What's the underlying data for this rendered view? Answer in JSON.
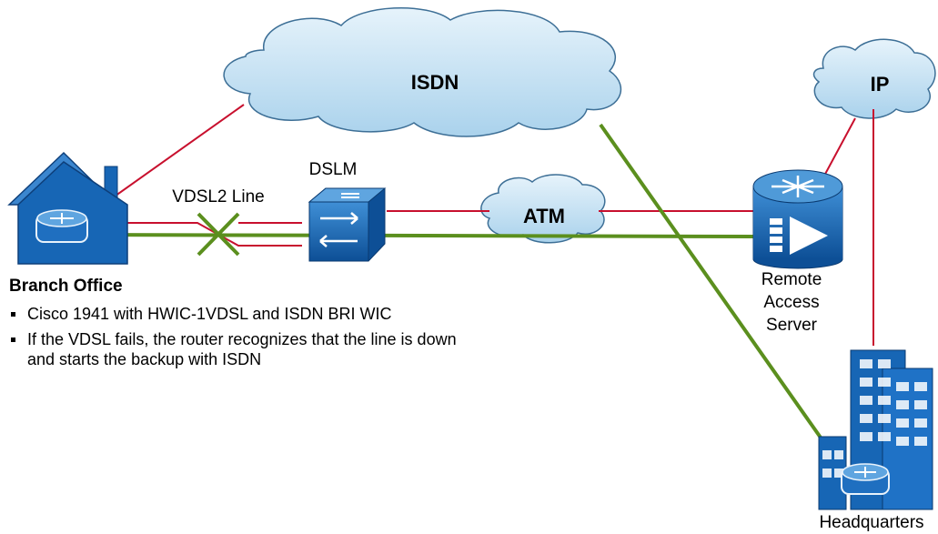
{
  "clouds": {
    "isdn": "ISDN",
    "ip": "IP",
    "atm": "ATM"
  },
  "labels": {
    "dslm": "DSLM",
    "vdsl_line": "VDSL2 Line",
    "remote_access": [
      "Remote",
      "Access",
      "Server"
    ],
    "headquarters": "Headquarters"
  },
  "branch": {
    "title": "Branch Office",
    "bullets": [
      "Cisco 1941 with HWIC-1VDSL and ISDN BRI WIC",
      "If the VDSL fails, the router recognizes that the line is down and starts the backup with ISDN"
    ]
  },
  "colors": {
    "link_red": "#c8102e",
    "backup_green": "#5b8f1e",
    "device_blue": "#1766b5",
    "cloud_fill": "#c9e3f3",
    "cloud_stroke": "#3d6f96"
  }
}
